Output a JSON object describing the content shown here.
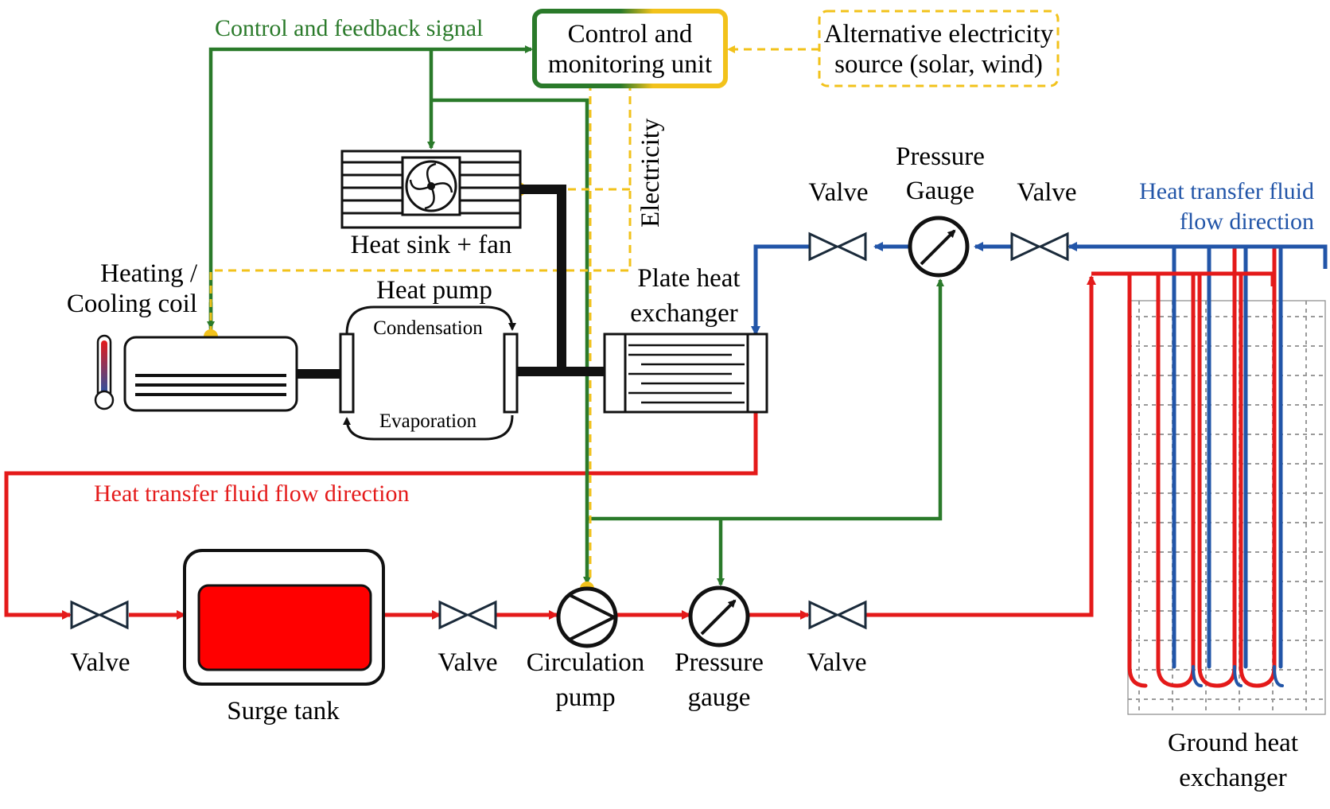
{
  "labels": {
    "control_signal": "Control and feedback signal",
    "control_unit_line1": "Control and",
    "control_unit_line2": "monitoring unit",
    "alt_source_line1": "Alternative electricity",
    "alt_source_line2": "source (solar, wind)",
    "electricity": "Electricity",
    "heat_sink": "Heat sink + fan",
    "coil_line1": "Heating /",
    "coil_line2": "Cooling coil",
    "heat_pump": "Heat pump",
    "condensation": "Condensation",
    "evaporation": "Evaporation",
    "plate_hx_line1": "Plate heat",
    "plate_hx_line2": "exchanger",
    "valve_top_left": "Valve",
    "pressure_gauge_top_line1": "Pressure",
    "pressure_gauge_top_line2": "Gauge",
    "valve_top_right": "Valve",
    "blue_flow_line1": "Heat transfer fluid",
    "blue_flow_line2": "flow direction",
    "red_flow": "Heat transfer fluid flow direction",
    "valve_1": "Valve",
    "surge_tank": "Surge tank",
    "valve_2": "Valve",
    "circ_pump_line1": "Circulation",
    "circ_pump_line2": "pump",
    "pressure_gauge_bottom_line1": "Pressure",
    "pressure_gauge_bottom_line2": "gauge",
    "valve_3": "Valve",
    "ground_hx_line1": "Ground heat",
    "ground_hx_line2": "exchanger"
  },
  "colors": {
    "control": "#2a7a2a",
    "electric": "#f2c21b",
    "hot_fluid": "#e41a1a",
    "cold_fluid": "#2255a8",
    "refrigerant": "#111111"
  }
}
